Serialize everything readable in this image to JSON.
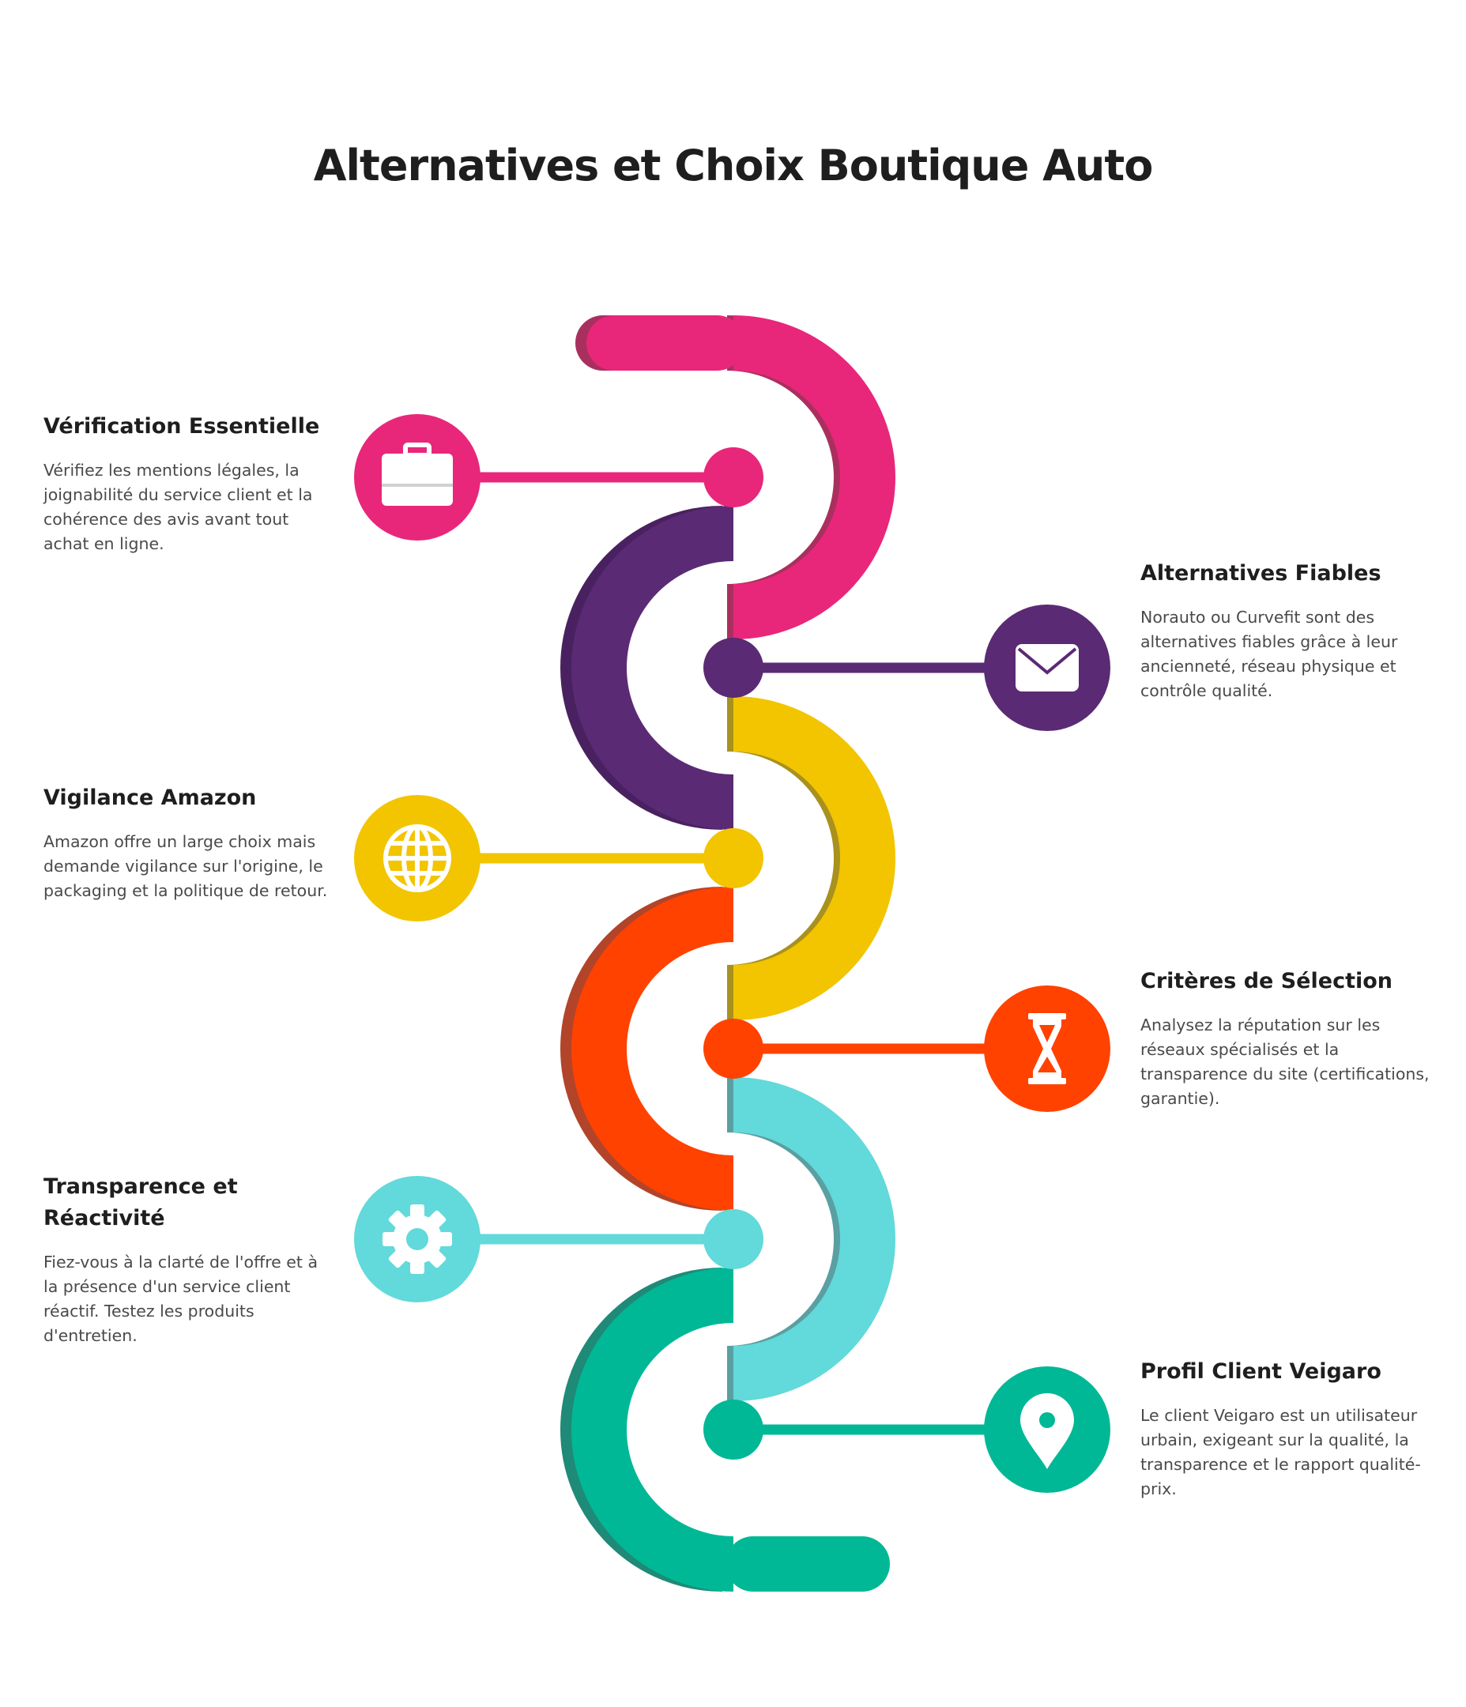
{
  "title": "Alternatives et Choix Boutique Auto",
  "steps": [
    {
      "id": "verification",
      "side": "left",
      "color": "#E8277A",
      "shade": "#A9305E",
      "icon": "briefcase-icon",
      "title": "Vérification Essentielle",
      "desc": "Vérifiez les mentions légales, la joignabilité du service client et la cohérence des avis avant tout achat en ligne."
    },
    {
      "id": "alternatives",
      "side": "right",
      "color": "#5B2A74",
      "shade": "#4A2160",
      "icon": "envelope-icon",
      "title": "Alternatives Fiables",
      "desc": "Norauto ou Curvefit sont des alternatives fiables grâce à leur ancienneté, réseau physique et contrôle qualité."
    },
    {
      "id": "amazon",
      "side": "left",
      "color": "#F2C500",
      "shade": "#A8911E",
      "icon": "globe-icon",
      "title": "Vigilance Amazon",
      "desc": "Amazon offre un large choix mais demande vigilance sur l'origine, le packaging et la politique de retour."
    },
    {
      "id": "criteres",
      "side": "right",
      "color": "#FF4200",
      "shade": "#B2442A",
      "icon": "hourglass-icon",
      "title": "Critères de Sélection",
      "desc": "Analysez la réputation sur les réseaux spécialisés et la transparence du site (certifications, garantie)."
    },
    {
      "id": "transparence",
      "side": "left",
      "color": "#62D9DA",
      "shade": "#5A9FA2",
      "icon": "gear-icon",
      "title": "Transparence et Réactivité",
      "desc": "Fiez-vous à la clarté de l'offre et à la présence d'un service client réactif. Testez les produits d'entretien."
    },
    {
      "id": "profil",
      "side": "right",
      "color": "#00B896",
      "shade": "#1F8A77",
      "icon": "location-pin-icon",
      "title": "Profil Client Veigaro",
      "desc": "Le client Veigaro est un utilisateur urbain, exigeant sur la qualité, la transparence et le rapport qualité-prix."
    }
  ]
}
